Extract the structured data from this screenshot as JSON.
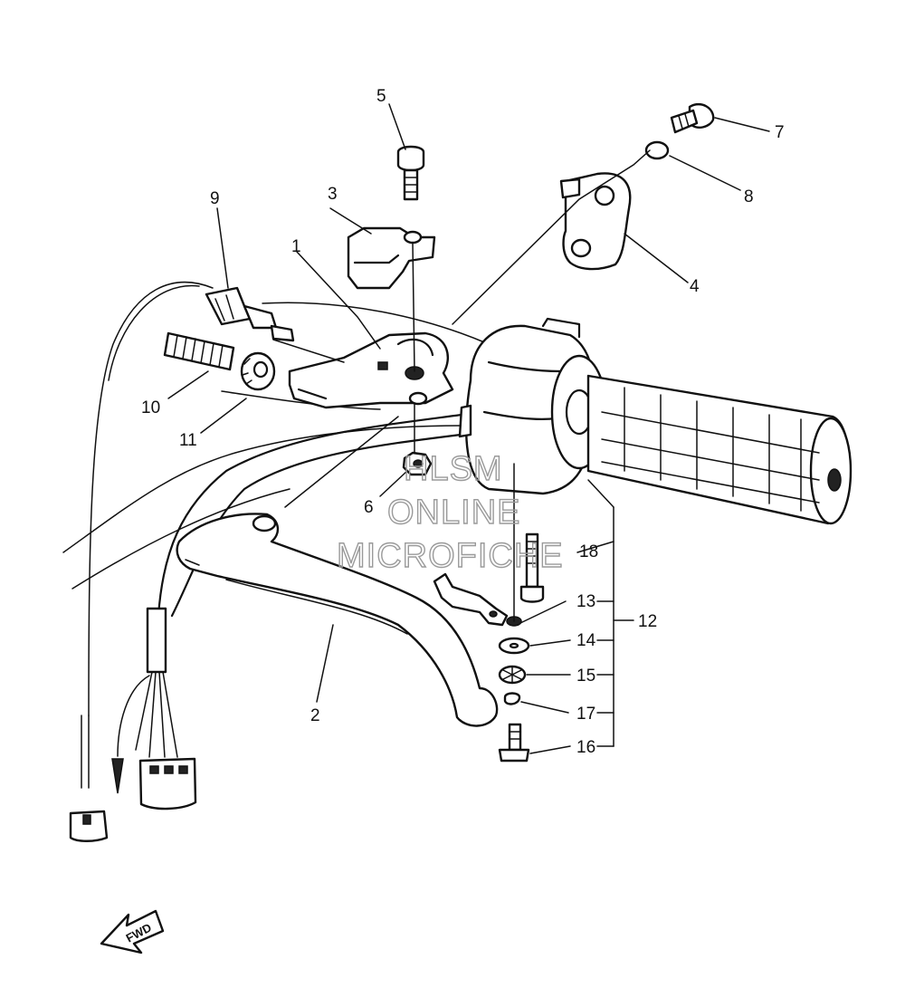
{
  "diagram": {
    "callouts": [
      {
        "id": "1",
        "label": "1"
      },
      {
        "id": "2",
        "label": "2"
      },
      {
        "id": "3",
        "label": "3"
      },
      {
        "id": "4",
        "label": "4"
      },
      {
        "id": "5",
        "label": "5"
      },
      {
        "id": "6",
        "label": "6"
      },
      {
        "id": "7",
        "label": "7"
      },
      {
        "id": "8",
        "label": "8"
      },
      {
        "id": "9",
        "label": "9"
      },
      {
        "id": "10",
        "label": "10"
      },
      {
        "id": "11",
        "label": "11"
      },
      {
        "id": "12",
        "label": "12"
      },
      {
        "id": "13",
        "label": "13"
      },
      {
        "id": "14",
        "label": "14"
      },
      {
        "id": "15",
        "label": "15"
      },
      {
        "id": "16",
        "label": "16"
      },
      {
        "id": "17",
        "label": "17"
      },
      {
        "id": "18",
        "label": "18"
      }
    ],
    "direction_label": "FWD"
  },
  "watermark": {
    "line1": "HLSM",
    "line2": "ONLINE",
    "line3": "MICROFICHE"
  }
}
